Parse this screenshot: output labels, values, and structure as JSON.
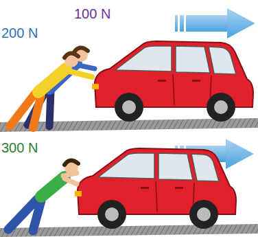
{
  "diagram": {
    "labels": [
      "100 N",
      "200 N",
      "300 N"
    ]
  }
}
